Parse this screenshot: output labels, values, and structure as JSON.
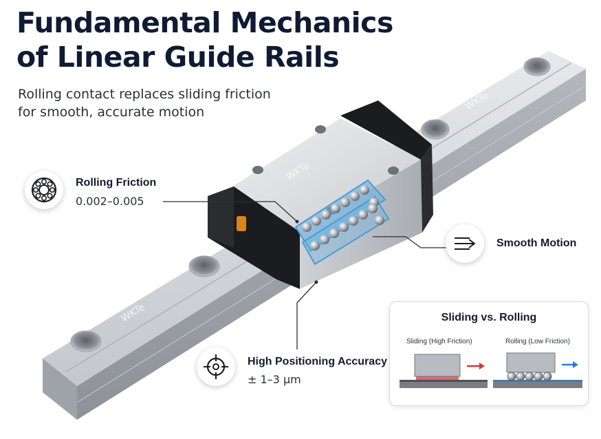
{
  "heading": {
    "title_line1": "Fundamental Mechanics",
    "title_line2": "of Linear Guide Rails",
    "subtitle_line1": "Rolling contact replaces sliding friction",
    "subtitle_line2": "for smooth, accurate motion"
  },
  "brand": {
    "block_mark": "WKTe",
    "rail_mark_left": "WKTe",
    "rail_mark_right": "WKTe"
  },
  "callouts": {
    "rolling_friction": {
      "title": "Rolling Friction",
      "value": "0.002–0.005",
      "icon": "bearing-icon"
    },
    "smooth_motion": {
      "title": "Smooth Motion",
      "icon": "motion-lines-icon"
    },
    "positioning_accuracy": {
      "title": "High Positioning Accuracy",
      "value": "± 1–3 µm",
      "icon": "crosshair-icon"
    }
  },
  "comparison": {
    "title": "Sliding vs. Rolling",
    "sliding_label": "Sliding (High Friction)",
    "rolling_label": "Rolling (Low Friction)",
    "sliding_arrow_color": "#d8353a",
    "rolling_arrow_color": "#2b7bd6"
  },
  "colors": {
    "title": "#0f1b33",
    "rail_steel": "#c9ccd1",
    "end_cap": "#1b1c1f",
    "ball_channel": "#5fb0e6",
    "grease_nipple": "#d9841f"
  }
}
